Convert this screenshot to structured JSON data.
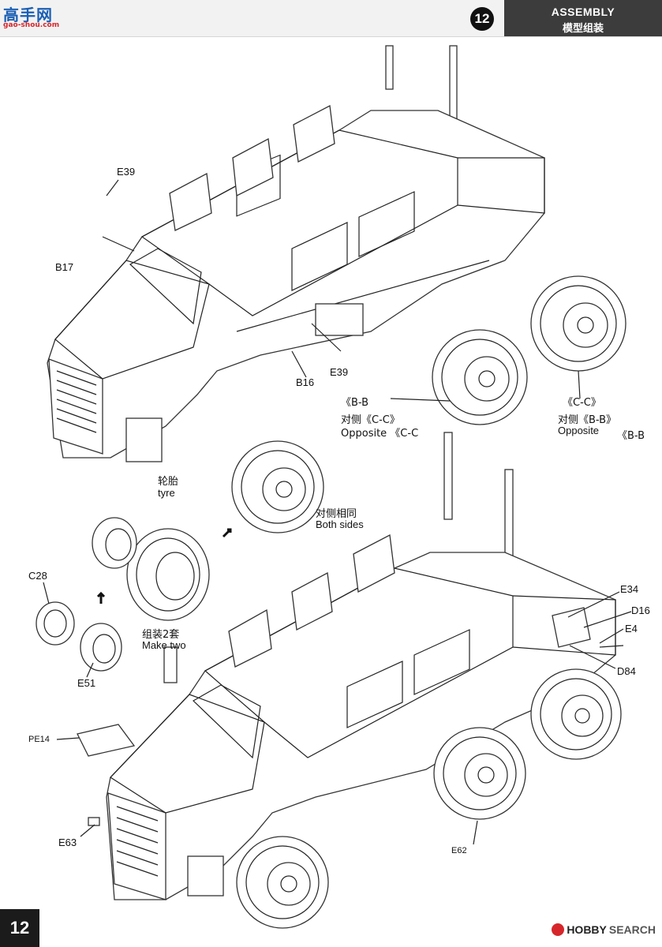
{
  "header": {
    "logo_cn": "高手网",
    "logo_url": "gao-shou.com",
    "step_number": "12",
    "section_en": "ASSEMBLY",
    "section_cn": "模型组装"
  },
  "labels": {
    "E39_top": "E39",
    "B17": "B17",
    "B16": "B16",
    "E39_mid": "E39",
    "BB": "《B-B",
    "CC": "《C-C》",
    "opp_cc_cn": "对侧《C-C》",
    "opp_cc_en": "Opposite 《C-C",
    "opp_bb_cn": "对侧《B-B》",
    "opp_bb_en_a": "Opposite",
    "opp_bb_en_b": "《B-B",
    "tyre_cn": "轮胎",
    "tyre_en": "tyre",
    "both_cn": "对侧相同",
    "both_en": "Both sides",
    "C28": "C28",
    "maketwo_cn": "组装2套",
    "maketwo_en": "Make two",
    "E51": "E51",
    "E34": "E34",
    "D16": "D16",
    "E4": "E4",
    "D84": "D84",
    "PE14": "PE14",
    "E63": "E63",
    "E62": "E62"
  },
  "footer": {
    "page_number": "12",
    "watermark_hobby": "HOBBY",
    "watermark_search": "SEARCH"
  }
}
